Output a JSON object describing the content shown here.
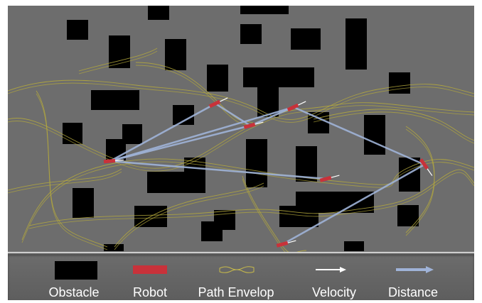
{
  "legend": {
    "obstacle": "Obstacle",
    "robot": "Robot",
    "path_envelop": "Path Envelop",
    "velocity": "Velocity",
    "distance": "Distance"
  },
  "colors": {
    "background": "#6d6d6d",
    "obstacle": "#000000",
    "robot": "#c8323a",
    "path_envelop": "#b5a93c",
    "velocity": "#ffffff",
    "distance": "#9fb3d8"
  }
}
